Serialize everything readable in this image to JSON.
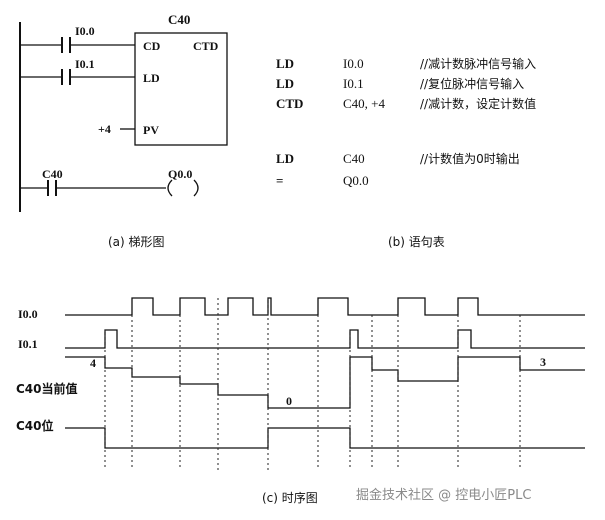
{
  "ladder": {
    "counter_name": "C40",
    "input_cd": "I0.0",
    "input_ld": "I0.1",
    "pin_cd": "CD",
    "pin_ctd": "CTD",
    "pin_ld": "LD",
    "pin_pv": "PV",
    "preset": "+4",
    "contact_c40": "C40",
    "output_coil": "Q0.0",
    "caption": "(a) 梯形图"
  },
  "statement_list": {
    "rows": [
      {
        "op": "LD",
        "operand": "I0.0",
        "comment": "//减计数脉冲信号输入"
      },
      {
        "op": "LD",
        "operand": "I0.1",
        "comment": "//复位脉冲信号输入"
      },
      {
        "op": "CTD",
        "operand": "C40, +4",
        "comment": "//减计数，设定计数值"
      },
      {
        "op": "LD",
        "operand": "C40",
        "comment": "//计数值为0时输出"
      },
      {
        "op": "=",
        "operand": "Q0.0",
        "comment": ""
      }
    ],
    "caption": "(b) 语句表"
  },
  "timing": {
    "signals": [
      {
        "label": "I0.0"
      },
      {
        "label": "I0.1"
      },
      {
        "label": "C40当前值"
      },
      {
        "label": "C40位"
      }
    ],
    "value_labels": {
      "start": "4",
      "zero": "0",
      "end": "3"
    },
    "caption": "(c) 时序图"
  },
  "watermark": "掘金技术社区 @ 控电小匠PLC"
}
